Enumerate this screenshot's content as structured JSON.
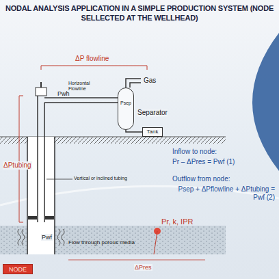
{
  "diagram": {
    "title": "NODAL ANALYSIS APPLICATION IN A SIMPLE PRODUCTION SYSTEM (NODE SELLECTED AT THE WELLHEAD)",
    "nodes": [
      {
        "text": [
          "Psep",
          "Separator"
        ]
      },
      {
        "text": [
          "Tank"
        ]
      },
      {
        "text": [
          "NODE"
        ]
      }
    ],
    "edges": [
      {
        "from": 0,
        "to": 1,
        "arrow": "none"
      }
    ],
    "labels": [
      "ΔP flowline",
      "Horizontal Flowline",
      "Pwh",
      "Gas",
      "Inflow to node:",
      "Pr – ΔPres = Pwf   (1)",
      "Outflow from node:",
      "Psep + ΔPflowline + ΔPtubing = Pwf   (2)",
      "ΔPtubing",
      "Vertical or inclined tubing",
      "Pr, k, IPR",
      "Pwf",
      "Flow through porous media",
      "ΔPres"
    ]
  }
}
